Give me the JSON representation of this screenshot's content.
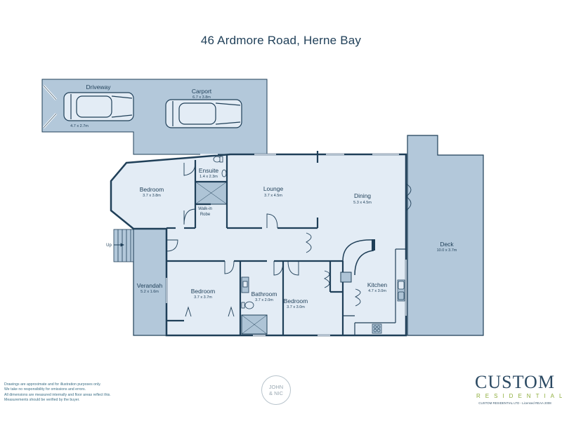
{
  "title": "46 Ardmore Road, Herne Bay",
  "colors": {
    "wall": "#1f3f58",
    "interior_fill": "#e3ecf5",
    "exterior_fill": "#b3c8da",
    "wet_area_fill": "#aec4d6",
    "text": "#1f3f58",
    "brand_green": "#8fae3c"
  },
  "rooms": [
    {
      "name": "Driveway",
      "dims": "4.7 x 2.7m"
    },
    {
      "name": "Carport",
      "dims": "6.7 x 3.8m"
    },
    {
      "name": "Bedroom",
      "dims": "3.7 x 3.8m"
    },
    {
      "name": "Ensuite",
      "dims": "1.4 x 2.3m"
    },
    {
      "name": "Walk-in",
      "dims": "Robe"
    },
    {
      "name": "Lounge",
      "dims": "3.7 x 4.5m"
    },
    {
      "name": "Dining",
      "dims": "5.3 x 4.5m"
    },
    {
      "name": "Deck",
      "dims": "10.0 x 3.7m"
    },
    {
      "name": "Verandah",
      "dims": "5.2 x 1.6m"
    },
    {
      "name": "Bedroom",
      "dims": "3.7 x 3.7m"
    },
    {
      "name": "Bathroom",
      "dims": "3.7 x 2.0m"
    },
    {
      "name": "Bedroom",
      "dims": "3.7 x 3.0m"
    },
    {
      "name": "Kitchen",
      "dims": "4.7 x 3.0m"
    }
  ],
  "stairs_label": "Up",
  "disclaimer": [
    "Drawings are approximate and for illustration purposes only.",
    "We take no responsibility for omissions and errors.",
    "All dimensions are measured internally and floor areas reflect this.",
    "Measurements should be verified by the buyer."
  ],
  "agent_badge": {
    "line1": "JOHN",
    "line2": "& NIC"
  },
  "brand": {
    "name": "CUSTOM",
    "sub": "RESIDENTIAL",
    "legal": "CUSTOM RESIDENTIAL LTD - Licensed REAA 2008"
  }
}
